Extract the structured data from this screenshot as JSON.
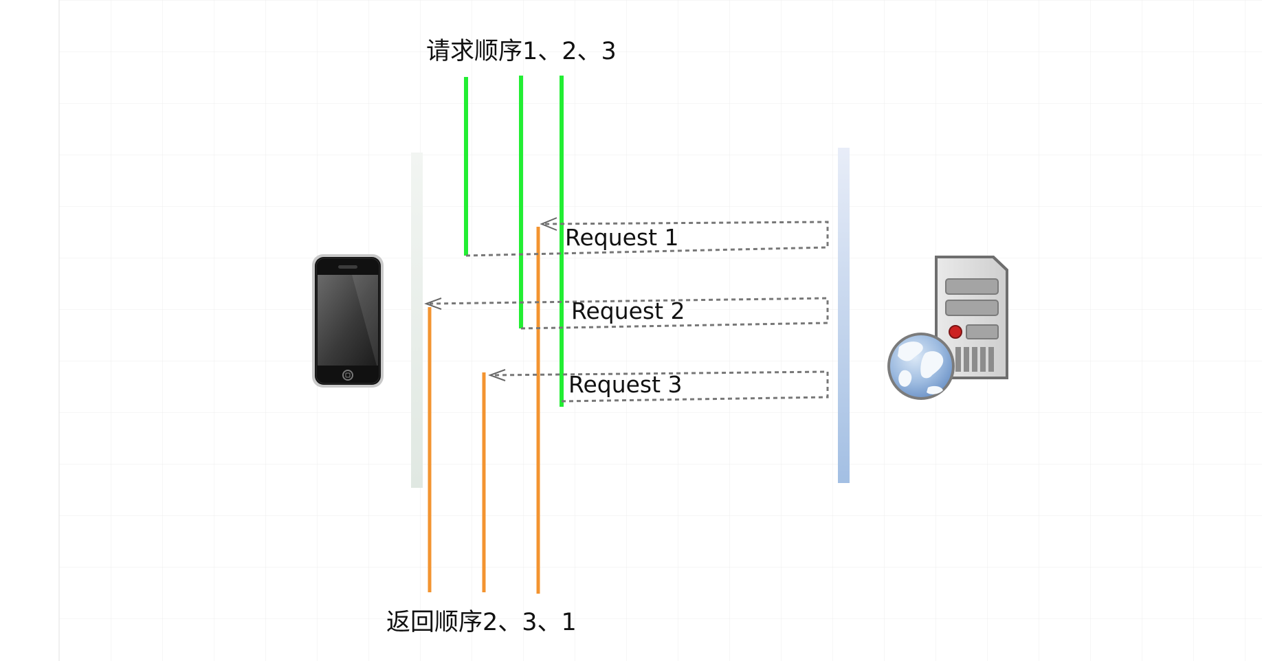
{
  "diagram": {
    "top_label": "请求顺序1、2、3",
    "bottom_label": "返回顺序2、3、1",
    "requests": [
      {
        "label": "Request 1"
      },
      {
        "label": "Request 2"
      },
      {
        "label": "Request 3"
      }
    ],
    "client": {
      "icon": "smartphone-icon"
    },
    "server": {
      "icon": "web-server-icon"
    },
    "colors": {
      "request_line": "#22ee33",
      "response_line": "#f39430",
      "dashed_arrow": "#777777",
      "client_lifeline": "#e6ece7",
      "server_lifeline_top": "#e8edf8",
      "server_lifeline_bottom": "#a3bfe3",
      "grid": "#ececec"
    }
  }
}
